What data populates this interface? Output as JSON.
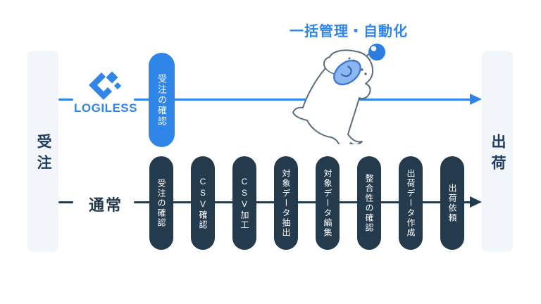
{
  "title": "一括管理・自動化",
  "colors": {
    "accent_blue": "#2F85E8",
    "dark_navy": "#243A4D",
    "lane_background": "#F2F5F9",
    "lane_text": "#1E3A5C",
    "mascot_outline": "#5B6C7F",
    "mascot_snout_fill": "#8CB7F0",
    "mascot_snout_stroke": "#3F7CD4",
    "mascot_ball": "#2B7DE0"
  },
  "lanes": {
    "left_label": "受注",
    "right_label": "出荷"
  },
  "logiless_flow": {
    "brand": "LOGILESS",
    "logo_icon": "logiless-diamond-logo",
    "mascot_icon": "logiless-seal-mascot",
    "steps": [
      "受注の確認"
    ]
  },
  "normal_flow": {
    "label": "通常",
    "steps": [
      "受注の確認",
      "CSV確認",
      "CSV加工",
      "対象データ抽出",
      "対象データ編集",
      "整合性の確認",
      "出荷データ作成",
      "出荷依頼"
    ]
  }
}
